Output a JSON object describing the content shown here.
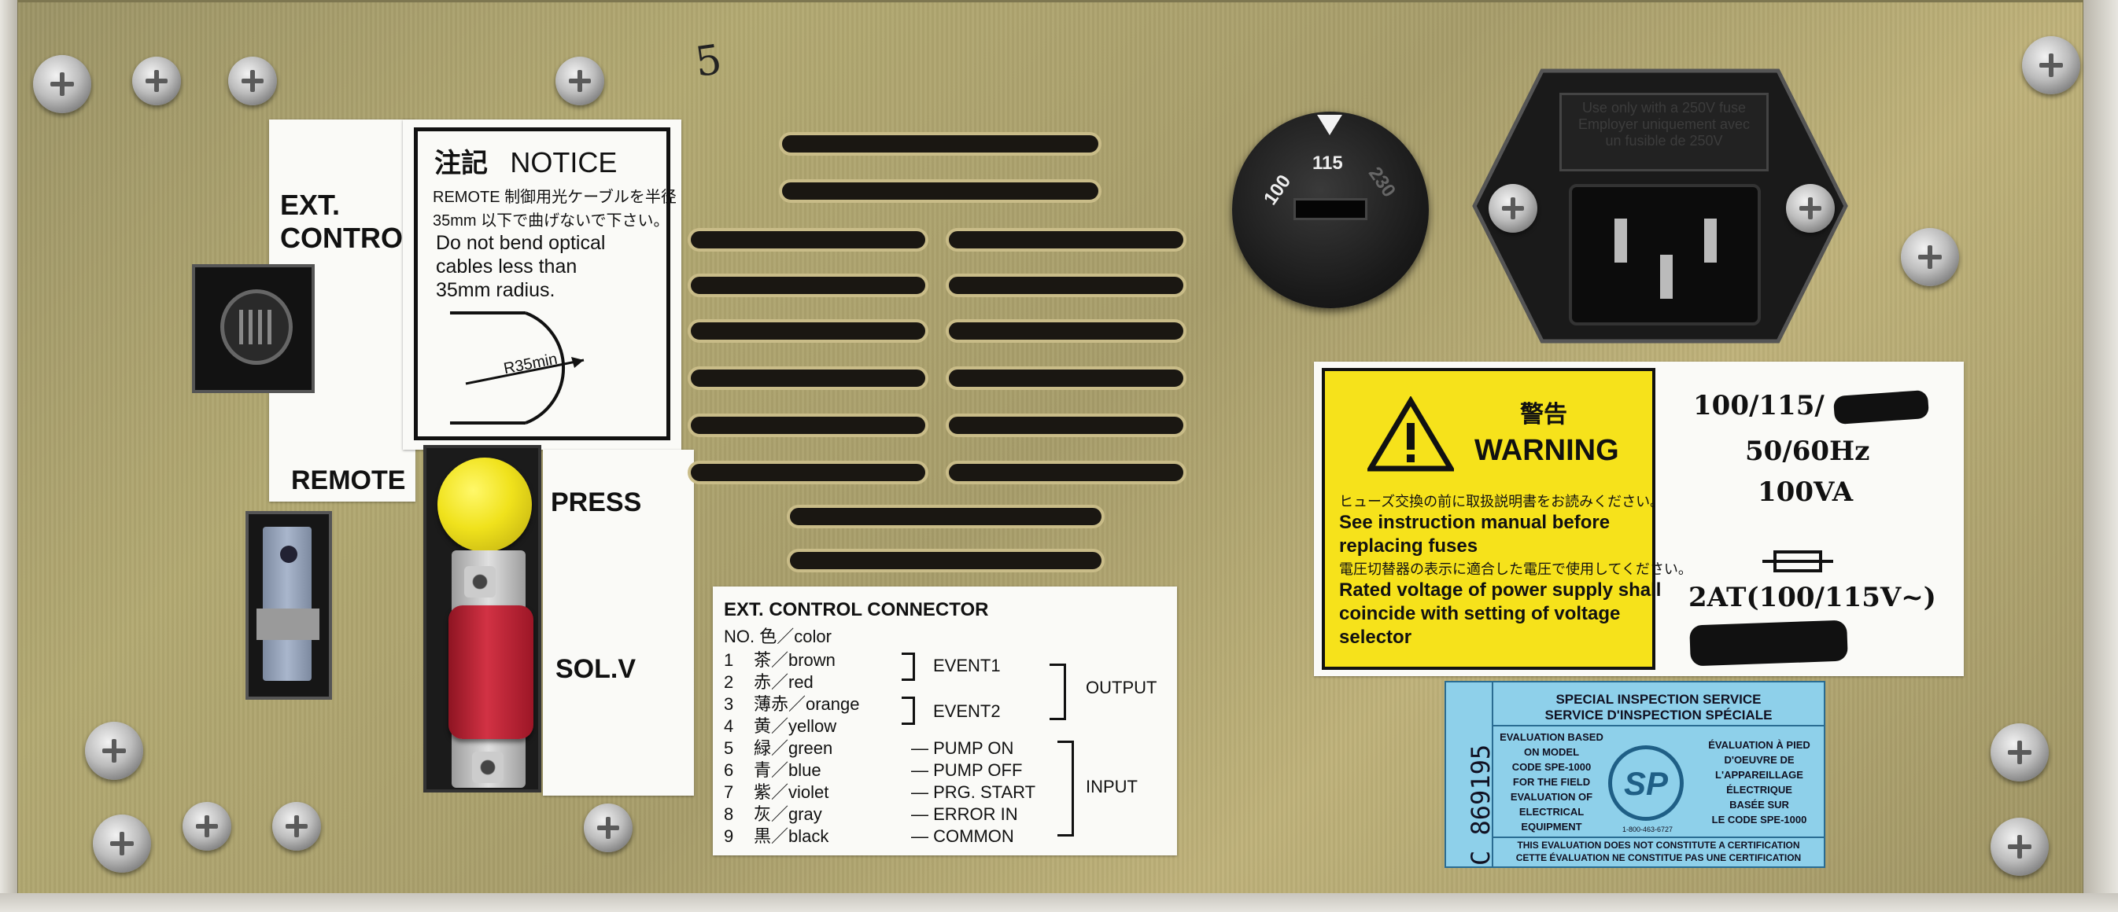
{
  "handwritten_mark": "5",
  "ext_control": {
    "title_line1": "EXT.",
    "title_line2": "CONTROL",
    "remote_label": "REMOTE"
  },
  "notice": {
    "heading_jp": "注記",
    "heading_en": "NOTICE",
    "text_jp_line1": "REMOTE 制御用光ケーブルを半径",
    "text_jp_line2": "35mm 以下で曲げないで下さい。",
    "text_en_line1": "Do not bend optical",
    "text_en_line2": "cables less than",
    "text_en_line3": "35mm radius.",
    "radius_label": "R35min"
  },
  "press_label": "PRESS",
  "solv_label": "SOL.V",
  "connector": {
    "title": "EXT. CONTROL CONNECTOR",
    "header": "NO. 色／color",
    "rows": [
      {
        "no": "1",
        "color": "茶／brown",
        "signal": ""
      },
      {
        "no": "2",
        "color": "赤／red",
        "signal": ""
      },
      {
        "no": "3",
        "color": "薄赤／orange",
        "signal": ""
      },
      {
        "no": "4",
        "color": "黄／yellow",
        "signal": ""
      },
      {
        "no": "5",
        "color": "緑／green",
        "signal": "— PUMP ON"
      },
      {
        "no": "6",
        "color": "青／blue",
        "signal": "— PUMP OFF"
      },
      {
        "no": "7",
        "color": "紫／violet",
        "signal": "— PRG. START"
      },
      {
        "no": "8",
        "color": "灰／gray",
        "signal": "— ERROR IN"
      },
      {
        "no": "9",
        "color": "黒／black",
        "signal": "— COMMON"
      }
    ],
    "event1": "EVENT1",
    "event2": "EVENT2",
    "output": "OUTPUT",
    "input": "INPUT"
  },
  "voltage_selector": {
    "v100": "100",
    "v115": "115",
    "v230": "230"
  },
  "inlet_label": {
    "line1": "Use only with a 250V fuse",
    "line2": "Employer uniquement avec",
    "line3": "un fusible de 250V"
  },
  "warning": {
    "title_jp": "警告",
    "title_en": "WARNING",
    "line_jp1": "ヒューズ交換の前に取扱説明書をお読みください。",
    "line_en1a": "See instruction manual before",
    "line_en1b": "replacing fuses",
    "line_jp2": "電圧切替器の表示に適合した電圧で使用してください。",
    "line_en2a": "Rated voltage of power supply shall",
    "line_en2b": "coincide with setting of voltage",
    "line_en2c": "selector"
  },
  "rating": {
    "voltage": "100/115/",
    "frequency": "50/60Hz",
    "power": "100VA",
    "fuse": "2AT(100/115V~)"
  },
  "csa": {
    "serial": "C 869195",
    "title_en": "SPECIAL INSPECTION SERVICE",
    "title_fr": "SERVICE D'INSPECTION SPÉCIALE",
    "left_lines": [
      "EVALUATION BASED",
      "ON MODEL",
      "CODE SPE-1000",
      "FOR THE FIELD",
      "EVALUATION OF",
      "ELECTRICAL",
      "EQUIPMENT"
    ],
    "right_lines": [
      "ÉVALUATION À PIED",
      "D'OEUVRE DE",
      "L'APPAREILLAGE",
      "ÉLECTRIQUE",
      "BASÉE SUR",
      "LE CODE SPE-1000"
    ],
    "logo": "SP",
    "phone": "1-800-463-6727",
    "footer_en": "THIS EVALUATION DOES NOT CONSTITUTE A CERTIFICATION",
    "footer_fr": "CETTE ÉVALUATION NE CONSTITUE PAS UNE CERTIFICATION"
  },
  "colors": {
    "panel": "#b3a972",
    "warning_yellow": "#f6e21b",
    "csa_blue": "#8ed0ea",
    "knob_yellow": "#f0e21c",
    "cap_red": "#c8283a"
  }
}
